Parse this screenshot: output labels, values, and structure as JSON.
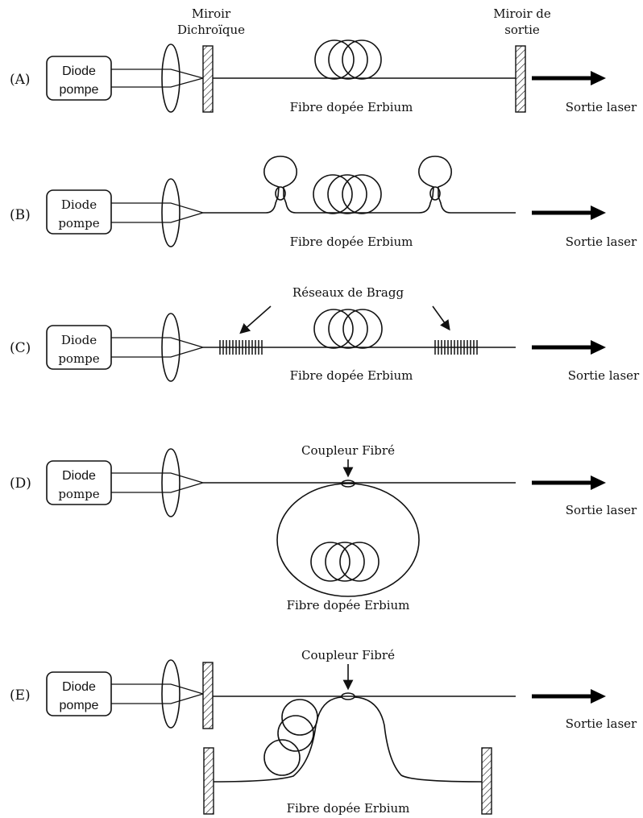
{
  "pump_label_line1": "Diode",
  "pump_label_line2": "pompe",
  "fiber_label": "Fibre dopée Erbium",
  "output_label": "Sortie laser",
  "coupler_label": "Coupleur Fibré",
  "panels": [
    {
      "id": "A",
      "label": "(A)",
      "mirror_in_line1": "Miroir",
      "mirror_in_line2": "Dichroïque",
      "mirror_out_line1": "Miroir de",
      "mirror_out_line2": "sortie"
    },
    {
      "id": "B",
      "label": "(B)"
    },
    {
      "id": "C",
      "label": "(C)",
      "bragg_label": "Réseaux de Bragg"
    },
    {
      "id": "D",
      "label": "(D)"
    },
    {
      "id": "E",
      "label": "(E)"
    }
  ]
}
